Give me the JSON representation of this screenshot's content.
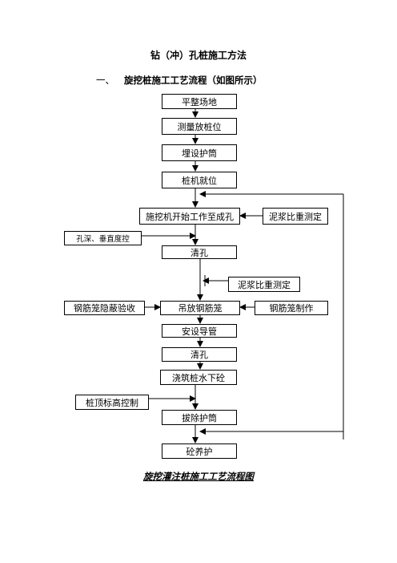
{
  "title": "钻（冲）孔桩施工方法",
  "section": {
    "number": "一、",
    "text": "旋挖桩施工工艺流程（如图所示）"
  },
  "flow": {
    "step1": "平整场地",
    "step2": "测量放桩位",
    "step3": "埋设护筒",
    "step4": "桩机就位",
    "step5": "施挖机开始工作至成孔",
    "step6": "清孔",
    "step7": "吊放钢筋笼",
    "step8": "安设导管",
    "step9": "清孔",
    "step10": "浇筑桩水下砼",
    "step11": "拔除护筒",
    "step12": "砼养护"
  },
  "side": {
    "mud1": "泥浆比重测定",
    "depth": "孔深、垂直度控",
    "mud2": "泥浆比重测定",
    "cage_accept": "钢筋笼隐蔽验收",
    "cage_make": "钢筋笼制作",
    "pile_top": "桩顶标高控制"
  },
  "caption": "旋挖灌注桩施工工艺流程图"
}
